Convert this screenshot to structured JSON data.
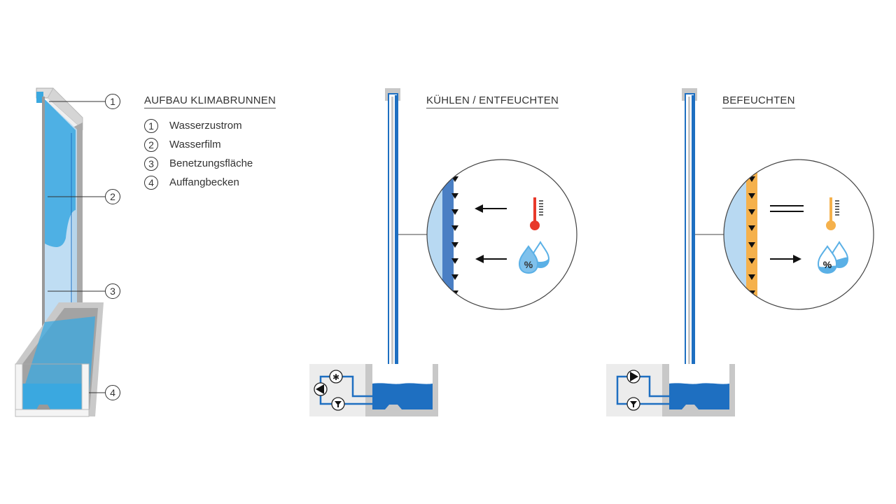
{
  "setup": {
    "title": "AUFBAU KLIMABRUNNEN",
    "legend": [
      {
        "num": "1",
        "label": "Wasserzustrom"
      },
      {
        "num": "2",
        "label": "Wasserfilm"
      },
      {
        "num": "3",
        "label": "Benetzungsfläche"
      },
      {
        "num": "4",
        "label": "Auffangbecken"
      }
    ],
    "callouts": [
      "1",
      "2",
      "3",
      "4"
    ]
  },
  "cooling": {
    "title": "KÜHLEN / ENTFEUCHTEN",
    "film_color": "#4a7fc4",
    "temp_color": "#e8392a",
    "temperature_flow": "in",
    "humidity_flow": "in",
    "humidity_symbol": "%",
    "components": [
      "chiller-icon",
      "pump-icon",
      "filter-icon"
    ]
  },
  "humidifying": {
    "title": "BEFEUCHTEN",
    "film_color": "#f5b14c",
    "temp_color": "#f5b14c",
    "temperature_flow": "equal",
    "humidity_flow": "out",
    "humidity_symbol": "%",
    "components": [
      "pump-icon",
      "filter-icon"
    ]
  },
  "colors": {
    "water": "#3aa8e0",
    "water_light": "#b8d9f2",
    "pipe": "#1e6fc1",
    "frame": "#c8c8c8",
    "panel": "#ececec"
  }
}
